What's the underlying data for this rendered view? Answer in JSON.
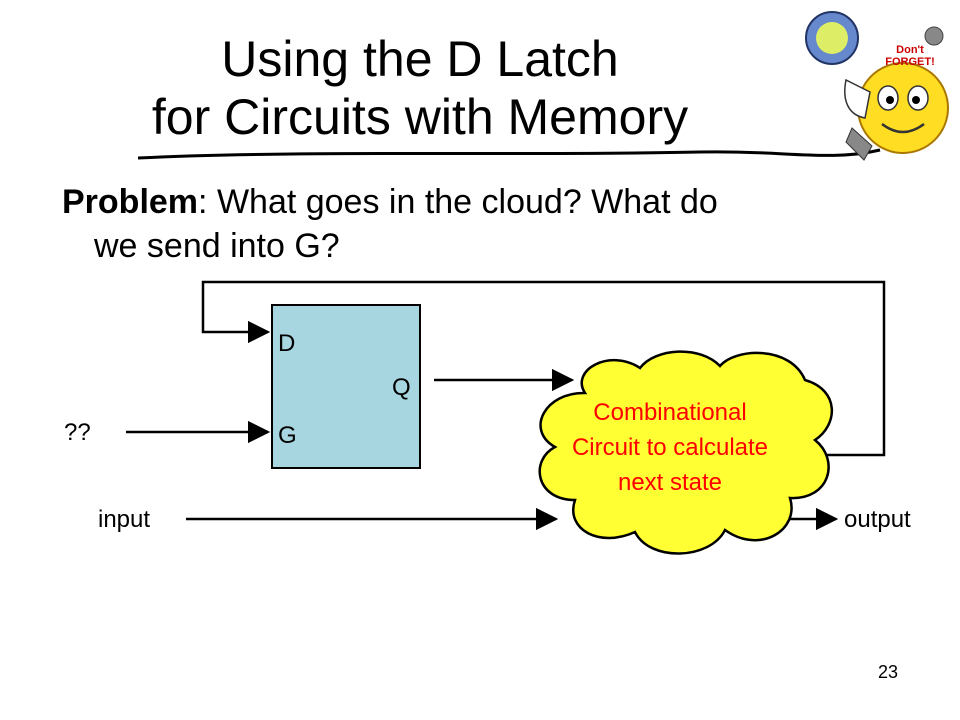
{
  "slide": {
    "title_line1": "Using the D Latch",
    "title_line2": "for Circuits with Memory",
    "problem_lead": "Problem",
    "problem_rest": ": What goes in the cloud?  What do",
    "problem_line2": "we send into G?",
    "page_number": "23"
  },
  "diagram": {
    "latch": {
      "d_label": "D",
      "q_label": "Q",
      "g_label": "G",
      "fill": "#a7d6e0"
    },
    "g_input_label": "??",
    "input_label": "input",
    "output_label": "output",
    "cloud": {
      "line1": "Combinational",
      "line2": "Circuit to calculate",
      "line3": "next state",
      "fill": "#ffff33",
      "text_color": "#ff0000"
    }
  },
  "sticker": {
    "text": "Don't FORGET!",
    "face_color": "#ffdd22",
    "text_color": "#cc0000"
  }
}
